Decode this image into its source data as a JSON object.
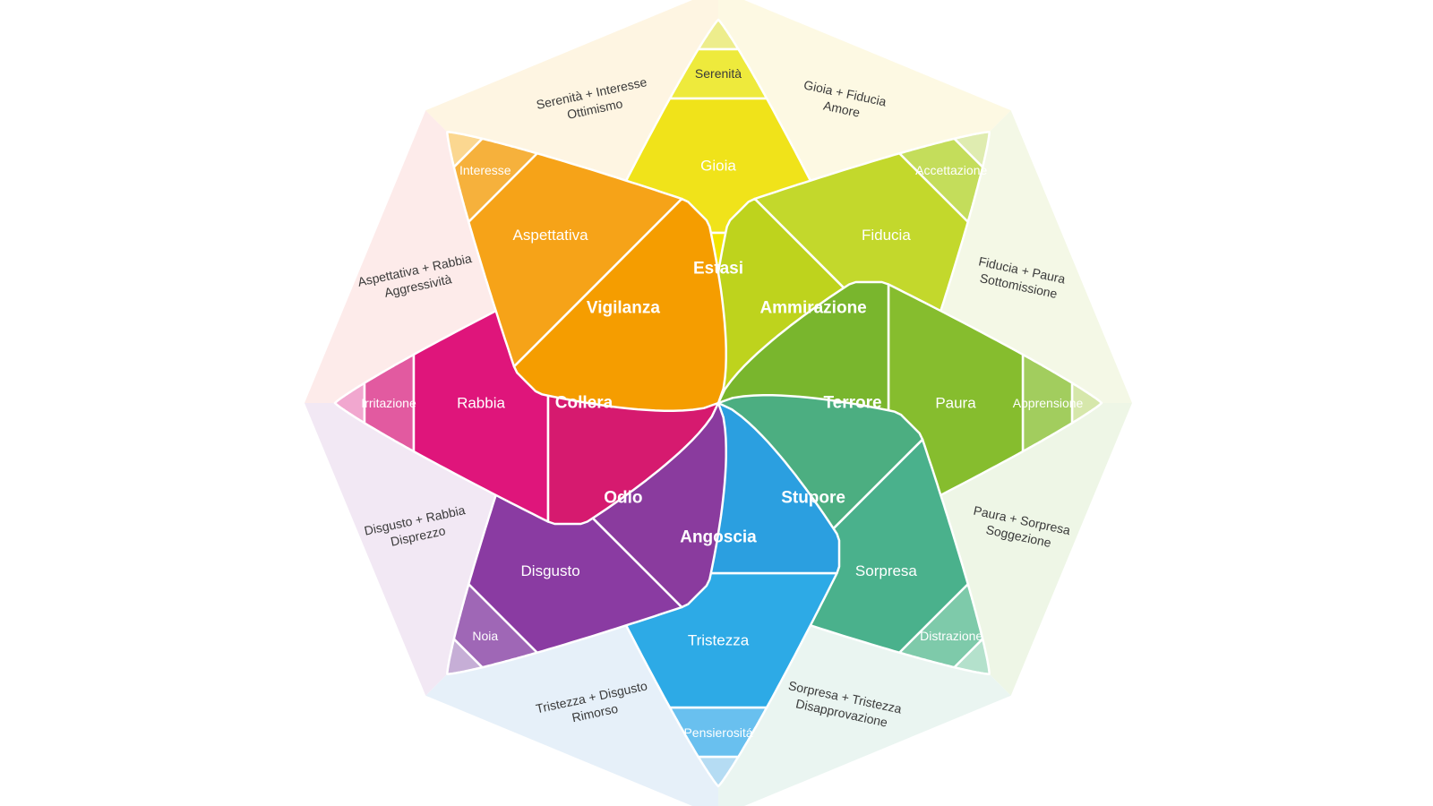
{
  "petals": [
    {
      "id": "gioia",
      "colors": [
        "#eded8c",
        "#eeea3c",
        "#f0e31a",
        "#f2e500"
      ],
      "labels": [
        "",
        "Serenità",
        "Gioia",
        "Estasi"
      ],
      "label_colors": [
        "",
        "dark",
        "light",
        "light"
      ]
    },
    {
      "id": "fiducia",
      "colors": [
        "#dfecb0",
        "#c4dd5b",
        "#c3d82c",
        "#bed31d"
      ],
      "labels": [
        "",
        "Accettazione",
        "Fiducia",
        "Ammirazione"
      ],
      "label_colors": [
        "",
        "light",
        "light",
        "light"
      ]
    },
    {
      "id": "paura",
      "colors": [
        "#d6e7ab",
        "#a2cd5e",
        "#86bd2e",
        "#79b62d"
      ],
      "labels": [
        "",
        "Apprensione",
        "Paura",
        "Terrore"
      ],
      "label_colors": [
        "",
        "light",
        "light",
        "light"
      ]
    },
    {
      "id": "sorpresa",
      "colors": [
        "#b4e1cc",
        "#7ecaaa",
        "#4ab18c",
        "#4cae81"
      ],
      "labels": [
        "",
        "Distrazione",
        "Sorpresa",
        "Stupore"
      ],
      "label_colors": [
        "",
        "light",
        "light",
        "light"
      ]
    },
    {
      "id": "tristezza",
      "colors": [
        "#b5dcf3",
        "#69c0ef",
        "#2daae6",
        "#2b9fe0"
      ],
      "labels": [
        "",
        "Pensierositá",
        "Tristezza",
        "Angoscia"
      ],
      "label_colors": [
        "",
        "light",
        "light",
        "light"
      ]
    },
    {
      "id": "disgusto",
      "colors": [
        "#c6aed6",
        "#9f67b6",
        "#8a3ba2",
        "#8a3b9e"
      ],
      "labels": [
        "",
        "Noia",
        "Disgusto",
        "Odio"
      ],
      "label_colors": [
        "",
        "light",
        "light",
        "light"
      ]
    },
    {
      "id": "rabbia",
      "colors": [
        "#f1a7cf",
        "#e25aa0",
        "#df157b",
        "#d61a6f"
      ],
      "labels": [
        "",
        "Irritazione",
        "Rabbia",
        "Collera"
      ],
      "label_colors": [
        "",
        "light",
        "light",
        "light"
      ]
    },
    {
      "id": "anticipazione",
      "colors": [
        "#fbd790",
        "#f6b13c",
        "#f6a318",
        "#f59d00"
      ],
      "labels": [
        "",
        "Interesse",
        "Aspettativa",
        "Vigilanza"
      ],
      "label_colors": [
        "",
        "light",
        "light",
        "light"
      ]
    }
  ],
  "dyads": [
    {
      "sum": "Gioia + Fiducia",
      "name": "Amore",
      "fill": "#fdf9e3"
    },
    {
      "sum": "Fiducia + Paura",
      "name": "Sottomissione",
      "fill": "#f4f8e6"
    },
    {
      "sum": "Paura + Sorpresa",
      "name": "Soggezione",
      "fill": "#eef6e6"
    },
    {
      "sum": "Sorpresa + Tristezza",
      "name": "Disapprovazione",
      "fill": "#eaf5f1"
    },
    {
      "sum": "Tristezza + Disgusto",
      "name": "Rimorso",
      "fill": "#e6f0f9"
    },
    {
      "sum": "Disgusto + Rabbia",
      "name": "Disprezzo",
      "fill": "#f2e8f4"
    },
    {
      "sum": "Aspettativa + Rabbia",
      "name": "Aggressività",
      "fill": "#fdebea"
    },
    {
      "sum": "Serenità + Interesse",
      "name": "Ottimismo",
      "fill": "#fef5e2"
    }
  ]
}
